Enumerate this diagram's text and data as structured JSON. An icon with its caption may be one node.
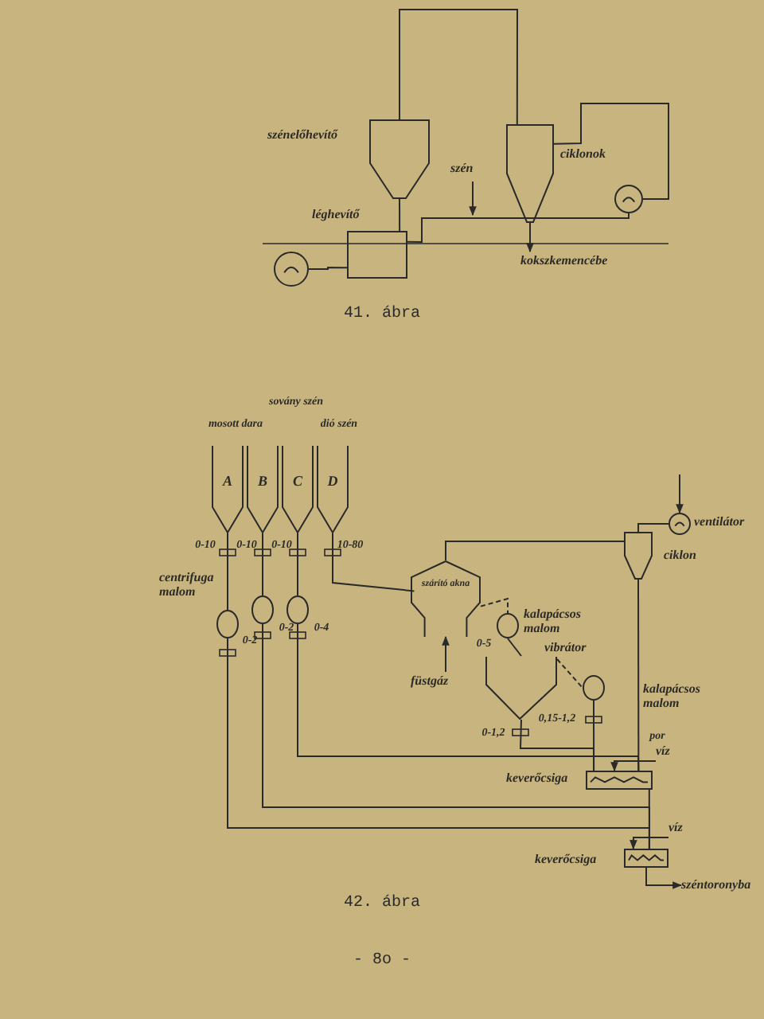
{
  "diagram": {
    "nodes": [
      {
        "text": [],
        "shape": "hopper",
        "beside": [
          "szénelőhevítő"
        ]
      },
      {
        "text": [],
        "shape": "box",
        "beside": [
          "léghevítő"
        ]
      },
      {
        "text": [],
        "shape": "fan"
      },
      {
        "text": [],
        "shape": "cyclone",
        "beside": [
          "ciklonok"
        ]
      },
      {
        "text": [],
        "shape": "fan"
      },
      {
        "text": [
          "szén"
        ]
      },
      {
        "text": [
          "kokszkemencébe"
        ]
      },
      {
        "text": [
          "A"
        ]
      },
      {
        "text": [
          "B"
        ]
      },
      {
        "text": [
          "C"
        ]
      },
      {
        "text": [
          "D"
        ]
      },
      {
        "text": [],
        "shape": "circle",
        "beside": [
          "centrifuga malom"
        ]
      },
      {
        "text": [],
        "shape": "circle"
      },
      {
        "text": [],
        "shape": "circle"
      },
      {
        "text": [
          "szárító akna"
        ]
      },
      {
        "text": [
          "füstgáz"
        ]
      },
      {
        "text": [],
        "shape": "circle",
        "beside": [
          "kalapácsos malom"
        ]
      },
      {
        "text": [],
        "shape": "funnel",
        "beside": [
          "vibrátor"
        ]
      },
      {
        "text": [],
        "shape": "circle",
        "beside": [
          "kalapácsos malom"
        ]
      },
      {
        "text": [],
        "shape": "cyclone",
        "beside": [
          "ciklon"
        ]
      },
      {
        "text": [],
        "shape": "fan",
        "beside": [
          "ventilátor"
        ]
      },
      {
        "text": [],
        "shape": "mixer",
        "beside": [
          "keverőcsiga"
        ]
      },
      {
        "text": [],
        "shape": "mixer",
        "beside": [
          "keverőcsiga"
        ]
      },
      {
        "text": [
          "széntoronyba"
        ]
      },
      {
        "text": [
          "víz"
        ]
      },
      {
        "text": [
          "víz"
        ]
      }
    ],
    "edges": [
      {
        "from": 2,
        "to": 1,
        "arrow": "none"
      },
      {
        "from": 0,
        "to": 1,
        "arrow": "none"
      },
      {
        "from": 0,
        "to": 3,
        "arrow": "none"
      },
      {
        "from": 3,
        "to": 4,
        "arrow": "none"
      },
      {
        "from": 4,
        "to": 1,
        "arrow": "none"
      },
      {
        "from": 5,
        "to": null,
        "arrow": "to"
      },
      {
        "from": 3,
        "to": 6,
        "arrow": "to"
      },
      {
        "from": 7,
        "to": 11,
        "arrow": "none"
      },
      {
        "from": 8,
        "to": 12,
        "arrow": "none"
      },
      {
        "from": 9,
        "to": 13,
        "arrow": "none"
      },
      {
        "from": 10,
        "to": 14,
        "arrow": "none"
      },
      {
        "from": 11,
        "to": 22,
        "arrow": "none"
      },
      {
        "from": 12,
        "to": 22,
        "arrow": "none"
      },
      {
        "from": 13,
        "to": 21,
        "arrow": "none"
      },
      {
        "from": 14,
        "to": 16,
        "arrow": "none",
        "style": "dashed"
      },
      {
        "from": 14,
        "to": 19,
        "arrow": "none"
      },
      {
        "from": 19,
        "to": 20,
        "arrow": "none"
      },
      {
        "from": null,
        "to": 20,
        "arrow": "to"
      },
      {
        "from": 16,
        "to": 17,
        "arrow": "none"
      },
      {
        "from": 17,
        "to": 18,
        "arrow": "none",
        "style": "dashed"
      },
      {
        "from": 17,
        "to": 21,
        "arrow": "none"
      },
      {
        "from": 18,
        "to": 21,
        "arrow": "none"
      },
      {
        "from": 19,
        "to": 21,
        "arrow": "none"
      },
      {
        "from": 21,
        "to": 22,
        "arrow": "none"
      },
      {
        "from": 22,
        "to": 23,
        "arrow": "to"
      },
      {
        "from": 24,
        "to": 21,
        "arrow": "to"
      },
      {
        "from": 25,
        "to": 22,
        "arrow": "to"
      },
      {
        "from": 15,
        "to": 14,
        "arrow": "to"
      }
    ],
    "labels": [
      "41. ábra",
      "mosott dara",
      "sovány szén",
      "dió szén",
      "0-10",
      "0-10",
      "0-10",
      "10-80",
      "0-2",
      "0-2",
      "0-4",
      "0-5",
      "0-1,2",
      "0,15-1,2",
      "por",
      "42. ábra",
      "- 8o -"
    ]
  }
}
